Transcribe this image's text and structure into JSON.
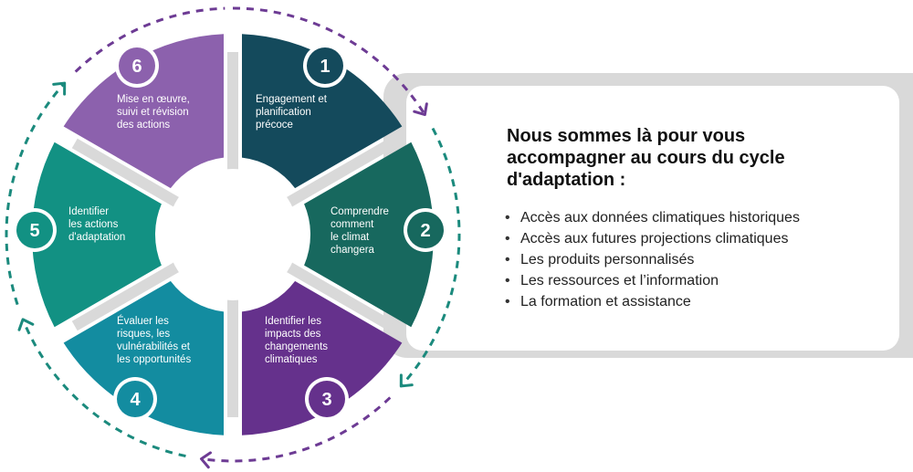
{
  "cycle": {
    "steps": [
      {
        "number": "1",
        "lines": [
          "Engagement et",
          "planification",
          "précoce"
        ],
        "color": "#144a5c"
      },
      {
        "number": "2",
        "lines": [
          "Comprendre",
          "comment",
          "le climat",
          "changera"
        ],
        "color": "#17685e"
      },
      {
        "number": "3",
        "lines": [
          "Identifier les",
          "impacts des",
          "changements",
          "climatiques"
        ],
        "color": "#65318c"
      },
      {
        "number": "4",
        "lines": [
          "Évaluer les",
          "risques, les",
          "vulnérabilités et",
          "les opportunités"
        ],
        "color": "#138ca0"
      },
      {
        "number": "5",
        "lines": [
          "Identifier",
          "les actions",
          "d'adaptation"
        ],
        "color": "#129183"
      },
      {
        "number": "6",
        "lines": [
          "Mise en œuvre,",
          "suivi et révision",
          "des actions"
        ],
        "color": "#8c61ad"
      }
    ]
  },
  "panel": {
    "title": "Nous sommes là pour vous accompagner au cours du cycle d'adaptation :",
    "items": [
      "Accès aux données climatiques historiques",
      "Accès aux futures projections climatiques",
      "Les produits personnalisés",
      "Les ressources et l’information",
      "La formation et assistance"
    ]
  },
  "colors": {
    "arc_teal": "#1b8a7d",
    "arc_purple": "#6d3b94",
    "spoke_gray": "#d9d9d9"
  }
}
